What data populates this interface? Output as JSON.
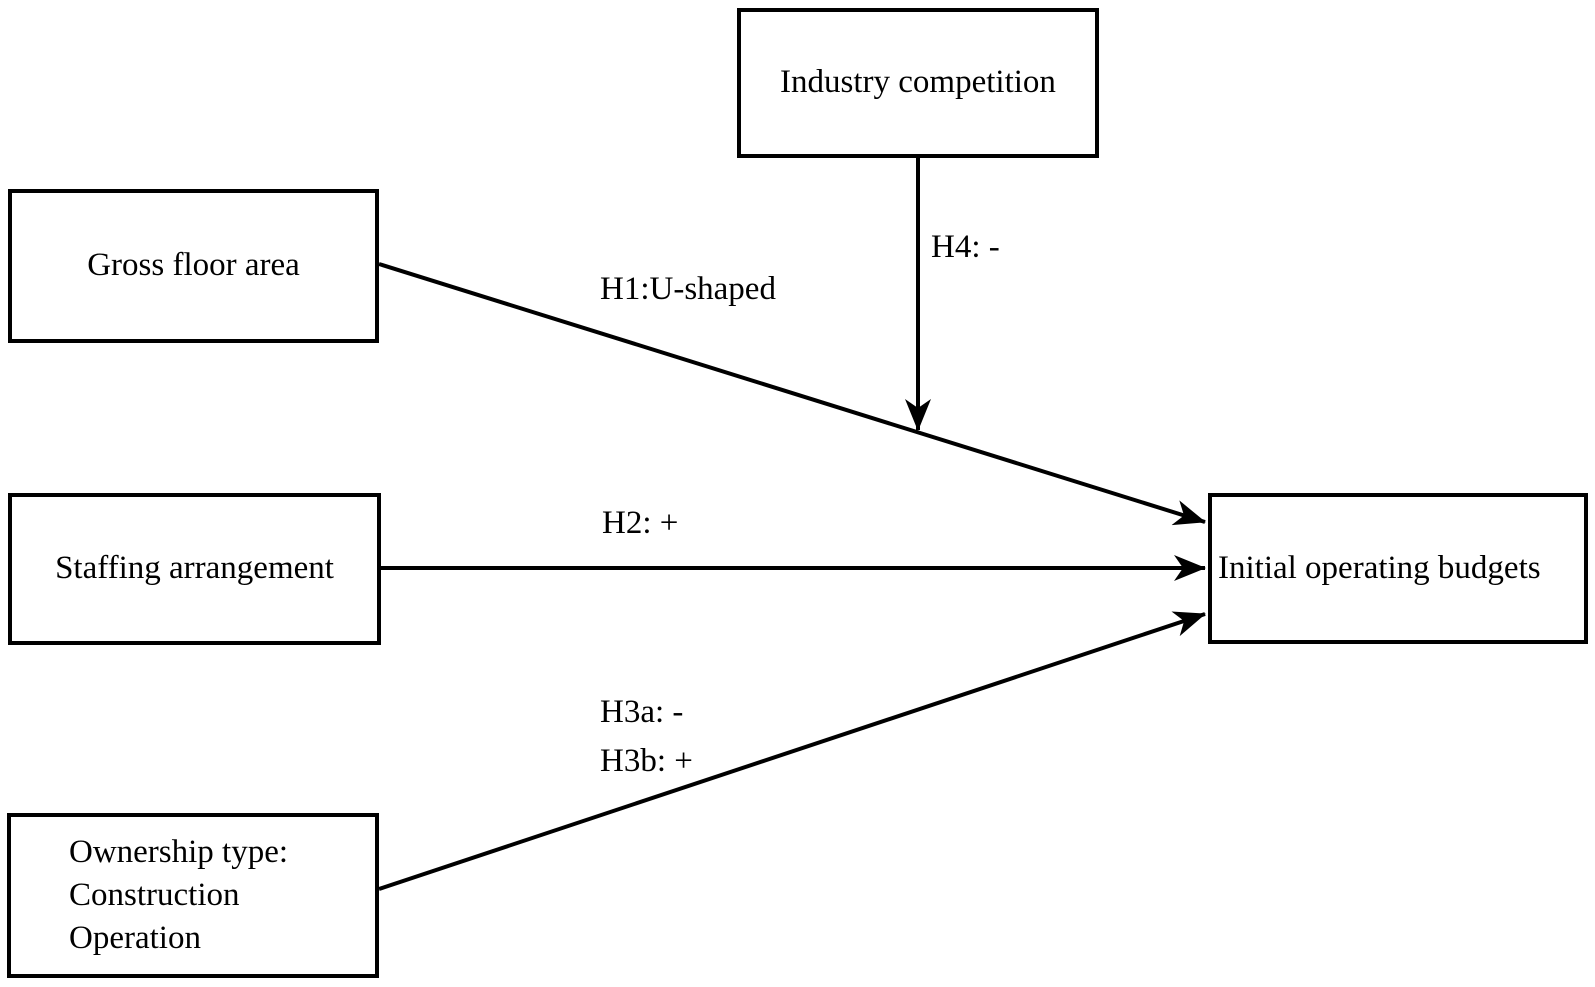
{
  "diagram": {
    "background_color": "#ffffff",
    "stroke_color": "#000000",
    "text_color": "#000000",
    "nodes": [
      {
        "id": "industry-competition",
        "label": "Industry competition"
      },
      {
        "id": "gross-floor-area",
        "label": "Gross floor area"
      },
      {
        "id": "staffing-arrangement",
        "label": "Staffing arrangement"
      },
      {
        "id": "ownership-type",
        "lines": [
          "Ownership type:",
          "Construction",
          "Operation"
        ]
      },
      {
        "id": "initial-operating-budgets",
        "label": "Initial operating budgets"
      }
    ],
    "edges": [
      {
        "id": "h1",
        "from": "gross-floor-area",
        "to": "initial-operating-budgets",
        "label": "H1:U-shaped"
      },
      {
        "id": "h2",
        "from": "staffing-arrangement",
        "to": "initial-operating-budgets",
        "label": "H2: +"
      },
      {
        "id": "h3",
        "from": "ownership-type",
        "to": "initial-operating-budgets",
        "labels": [
          "H3a: -",
          "H3b: +"
        ]
      },
      {
        "id": "h4",
        "from": "industry-competition",
        "to": "h1-arrow",
        "label": "H4: -"
      }
    ]
  }
}
